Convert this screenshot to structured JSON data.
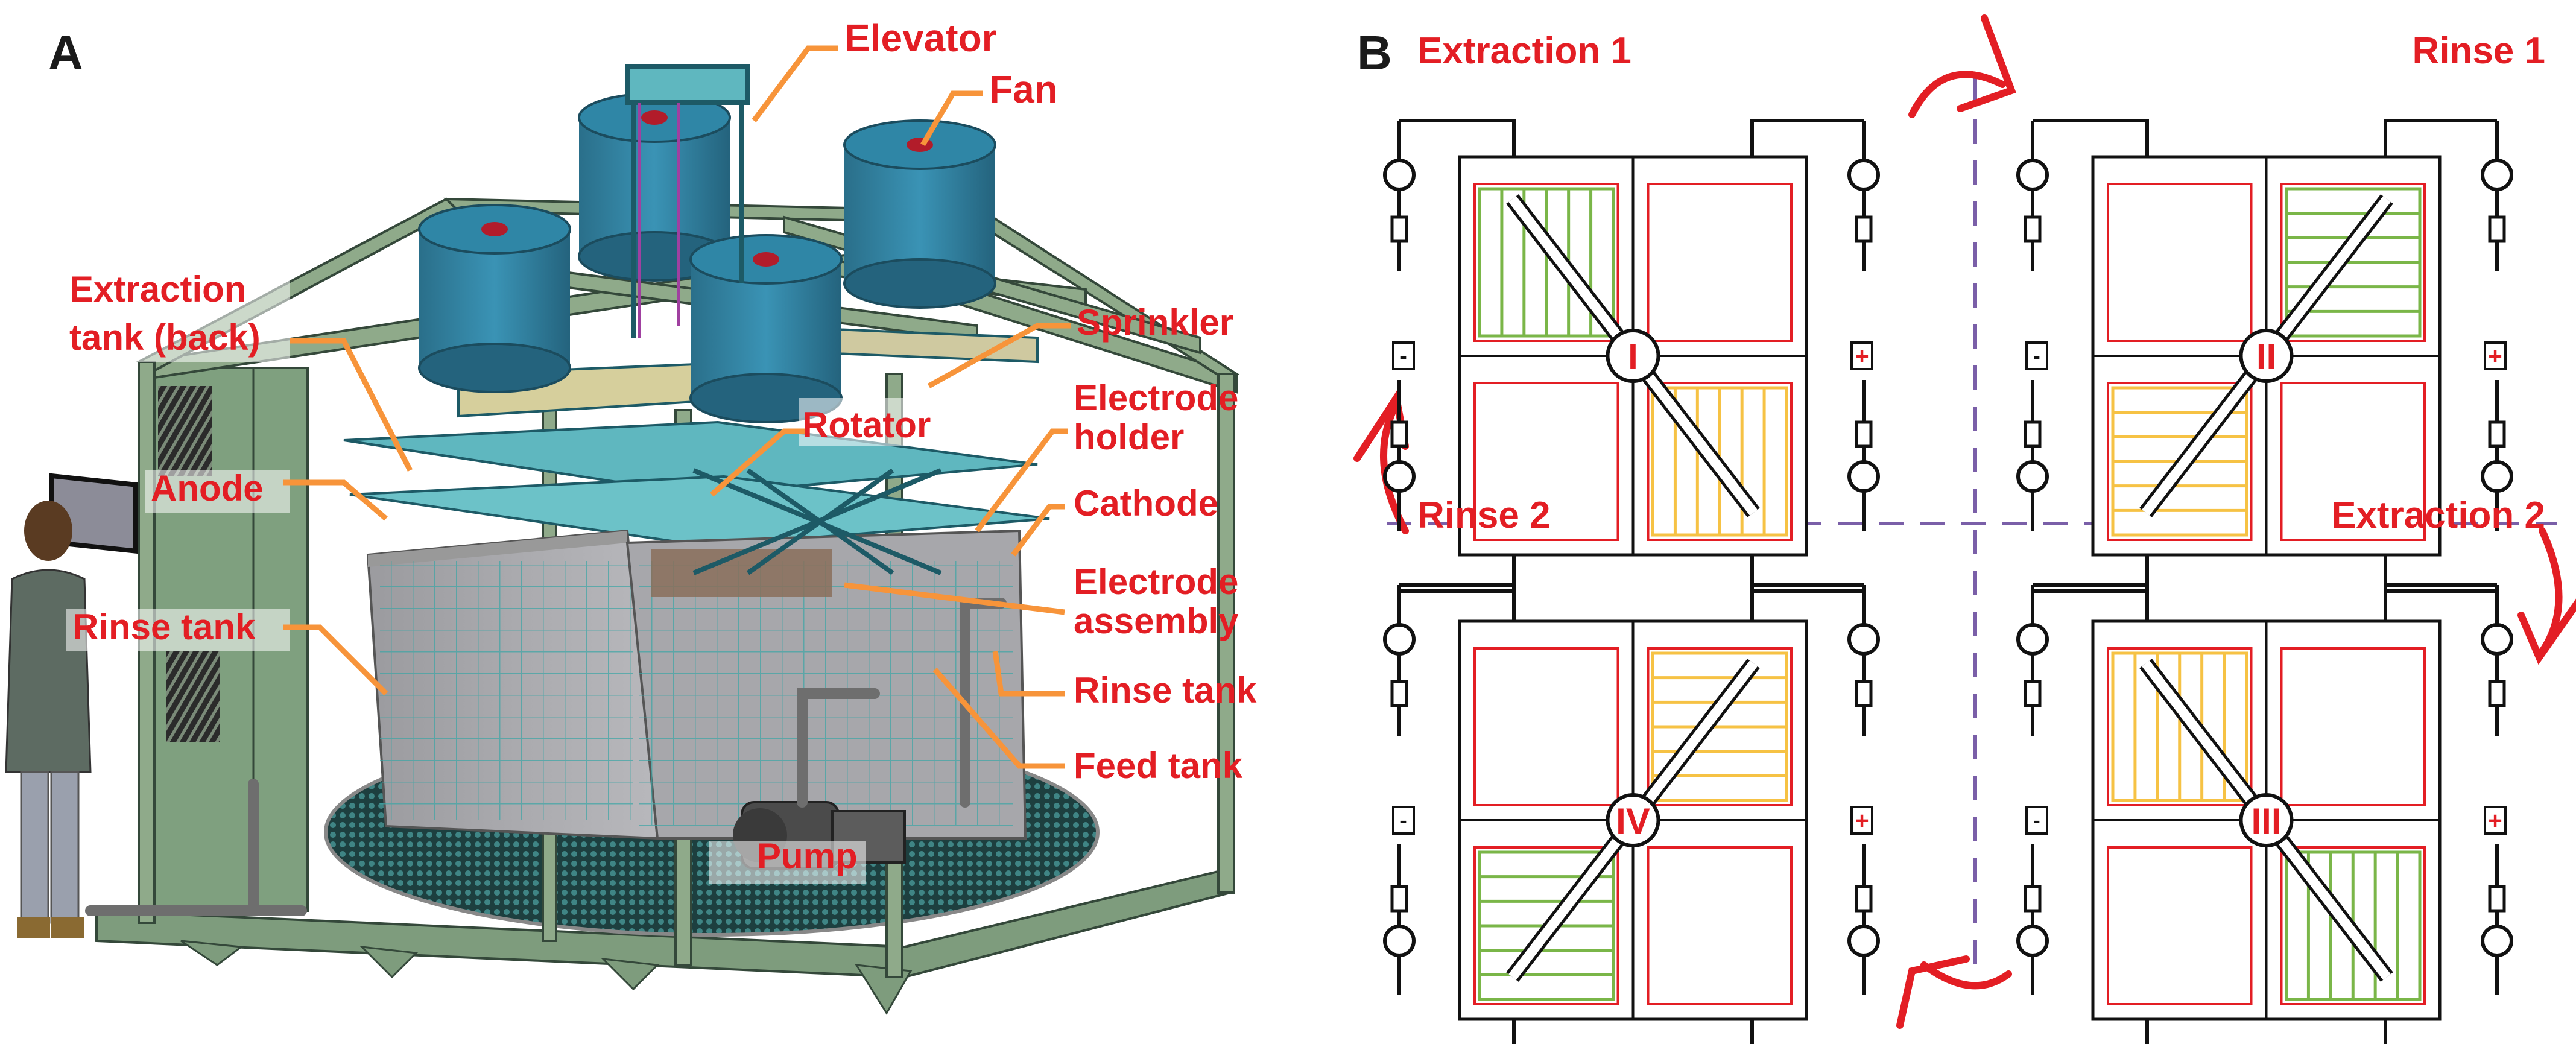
{
  "figure": {
    "panel_a": {
      "letter": "A",
      "labels": {
        "elevator": "Elevator",
        "fan": "Fan",
        "extraction_tank_line1": "Extraction",
        "extraction_tank_line2": "tank (back)",
        "sprinkler": "Sprinkler",
        "rotator": "Rotator",
        "electrode_holder_line1": "Electrode",
        "electrode_holder_line2": "holder",
        "anode": "Anode",
        "cathode": "Cathode",
        "electrode_assembly_line1": "Electrode",
        "electrode_assembly_line2": "assembly",
        "rinse_tank_left": "Rinse tank",
        "rinse_tank_right": "Rinse tank",
        "feed_tank": "Feed tank",
        "pump": "Pump"
      }
    },
    "panel_b": {
      "letter": "B",
      "quadrants": [
        {
          "title": "Extraction 1",
          "stage": "I",
          "neg": "-",
          "pos": "+"
        },
        {
          "title": "Rinse 1",
          "stage": "II",
          "neg": "-",
          "pos": "+"
        },
        {
          "title": "Rinse 2",
          "stage": "IV",
          "neg": "-",
          "pos": "+"
        },
        {
          "title": "Extraction 2",
          "stage": "III",
          "neg": "-",
          "pos": "+"
        }
      ]
    },
    "colors": {
      "label_red": "#e31e24",
      "leader_orange": "#f7943a",
      "frame_green": "#8faa8a",
      "fan_blue": "#2d7f9d",
      "anode_green": "#7ab648",
      "cathode_yellow": "#f6c244",
      "divider_purple": "#7a5fa8"
    }
  }
}
